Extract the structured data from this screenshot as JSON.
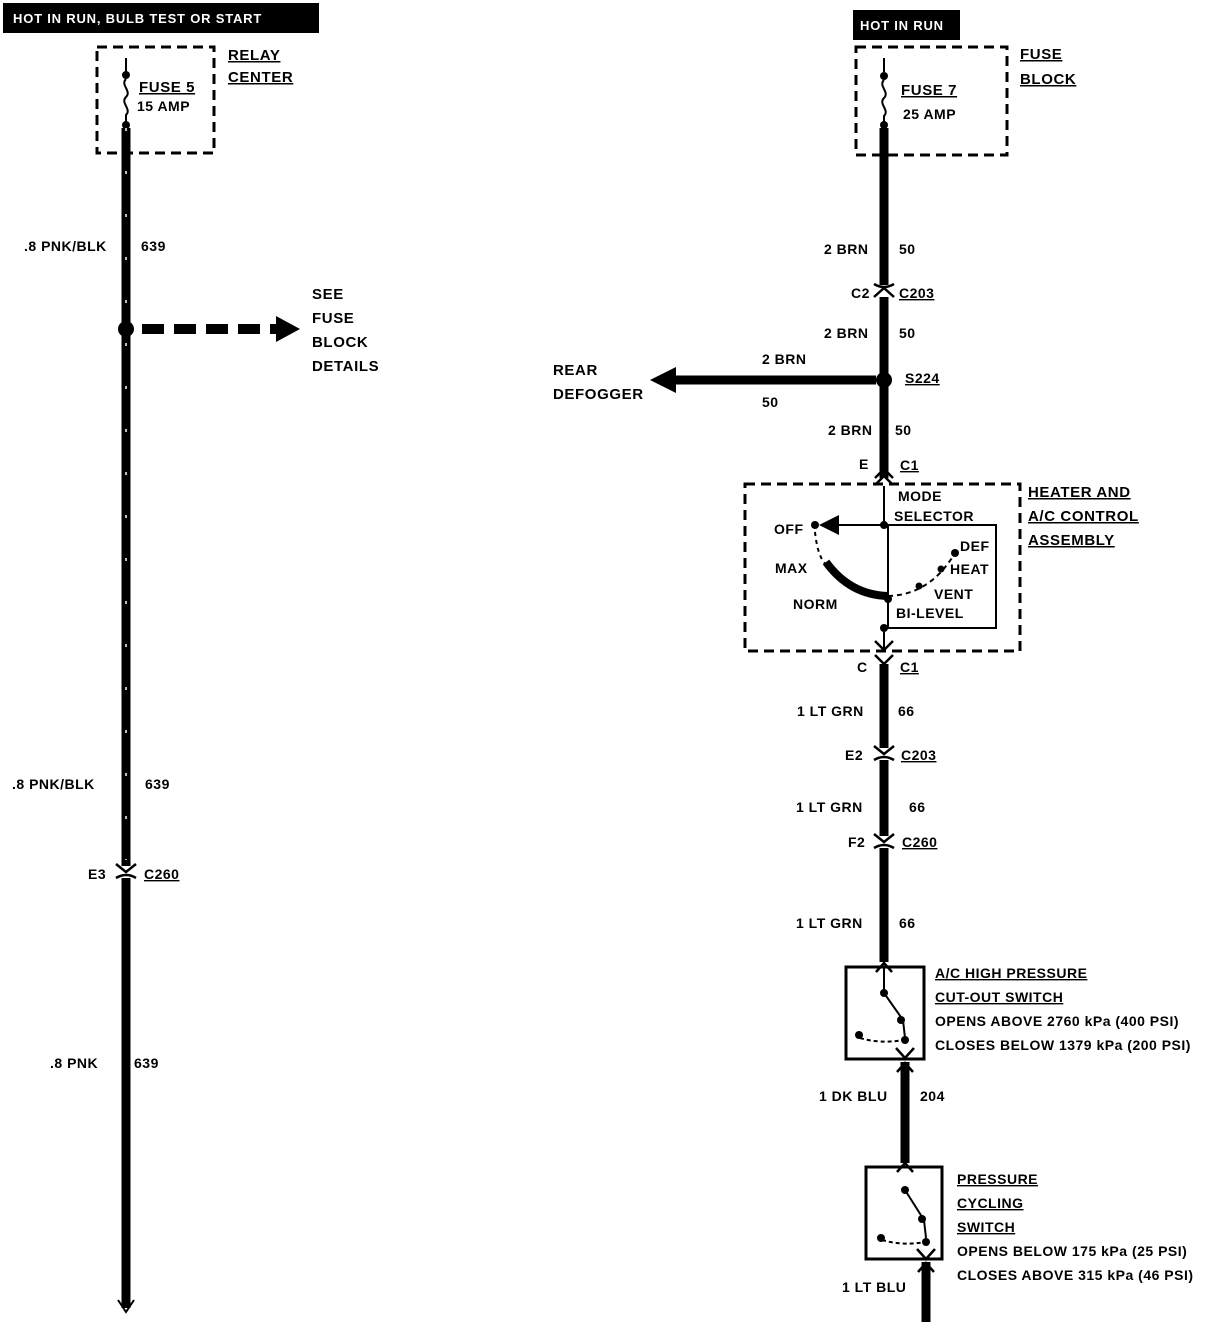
{
  "left_circuit": {
    "header": "HOT IN RUN, BULB TEST OR START",
    "fuse_label": "FUSE 5",
    "fuse_rating": "15 AMP",
    "location_line1": "RELAY",
    "location_line2": "CENTER",
    "wire1_gauge": ".8 PNK/BLK",
    "wire1_circuit": "639",
    "see_line1": "SEE",
    "see_line2": "FUSE",
    "see_line3": "BLOCK",
    "see_line4": "DETAILS",
    "wire2_gauge": ".8  PNK/BLK",
    "wire2_circuit": "639",
    "conn_pin": "E3",
    "conn_name": "C260",
    "wire3_gauge": ".8 PNK",
    "wire3_circuit": "639"
  },
  "right_circuit": {
    "header": "HOT IN RUN",
    "fuse_label": "FUSE 7",
    "fuse_rating": "25 AMP",
    "location_line1": "FUSE",
    "location_line2": "BLOCK",
    "wire1_gauge": "2 BRN",
    "wire1_circuit": "50",
    "conn1_pin": "C2",
    "conn1_name": "C203",
    "wire2_gauge": "2 BRN",
    "wire2_circuit": "50",
    "splice": "S224",
    "branch_gauge": "2 BRN",
    "branch_circuit": "50",
    "branch_dest_line1": "REAR",
    "branch_dest_line2": "DEFOGGER",
    "wire3_gauge": "2 BRN",
    "wire3_circuit": "50",
    "conn2_pin": "E",
    "conn2_name": "C1",
    "mode_line1": "MODE",
    "mode_line2": "SELECTOR",
    "assy_line1": "HEATER AND",
    "assy_line2": "A/C CONTROL",
    "assy_line3": "ASSEMBLY",
    "pos_off": "OFF",
    "pos_max": "MAX",
    "pos_norm": "NORM",
    "pos_def": "DEF",
    "pos_heat": "HEAT",
    "pos_vent": "VENT",
    "pos_bilevel": "BI-LEVEL",
    "conn3_pin": "C",
    "conn3_name": "C1",
    "wire4_gauge": "1 LT GRN",
    "wire4_circuit": "66",
    "conn4_pin": "E2",
    "conn4_name": "C203",
    "wire5_gauge": "1 LT GRN",
    "wire5_circuit": "66",
    "conn5_pin": "F2",
    "conn5_name": "C260",
    "wire6_gauge": "1 LT GRN",
    "wire6_circuit": "66",
    "hp_title1": "A/C HIGH PRESSURE",
    "hp_title2": "CUT-OUT SWITCH",
    "hp_opens": "OPENS ABOVE 2760 kPa (400 PSI)",
    "hp_closes": "CLOSES BELOW 1379 kPa (200 PSI)",
    "wire7_gauge": "1 DK BLU",
    "wire7_circuit": "204",
    "pc_title1": "PRESSURE",
    "pc_title2": "CYCLING",
    "pc_title3": "SWITCH",
    "pc_opens": "OPENS BELOW 175 kPa (25 PSI)",
    "pc_closes": "CLOSES ABOVE 315 kPa (46 PSI)",
    "wire8_gauge": "1 LT BLU"
  }
}
